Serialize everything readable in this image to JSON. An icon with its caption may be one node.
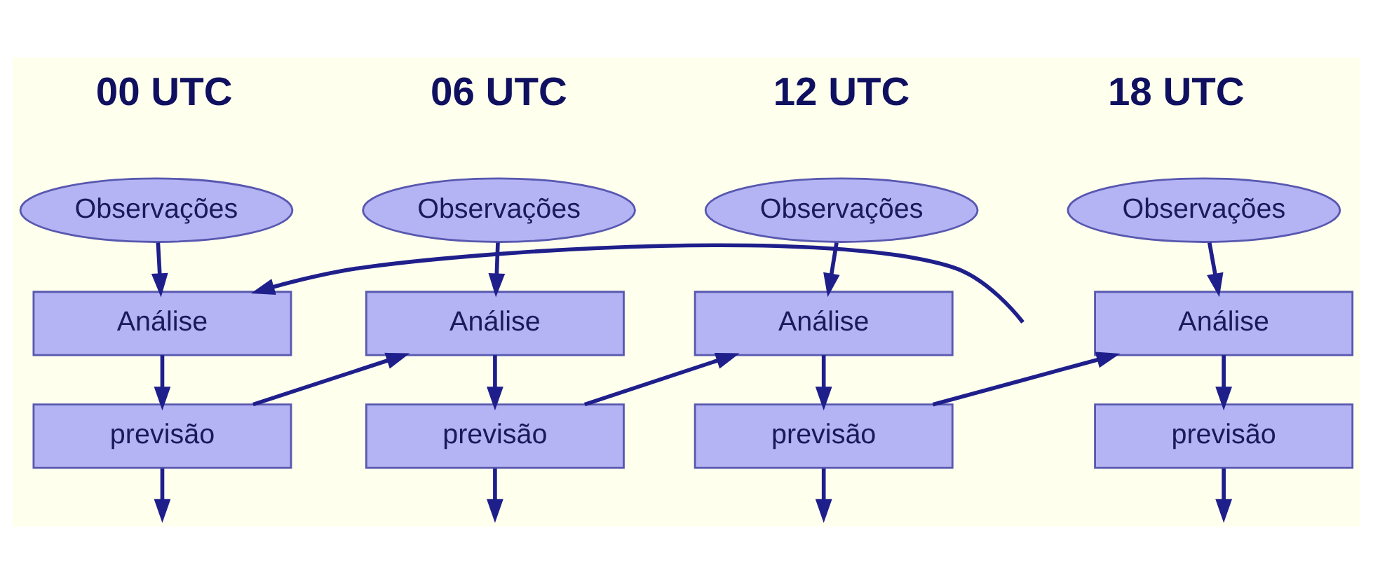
{
  "diagram": {
    "nodes": [
      {
        "text": [
          "Observações"
        ]
      },
      {
        "text": [
          "Análise"
        ]
      },
      {
        "text": [
          "previsão"
        ]
      },
      {
        "text": [
          "Observações"
        ]
      },
      {
        "text": [
          "Análise"
        ]
      },
      {
        "text": [
          "previsão"
        ]
      },
      {
        "text": [
          "Observações"
        ]
      },
      {
        "text": [
          "Análise"
        ]
      },
      {
        "text": [
          "previsão"
        ]
      },
      {
        "text": [
          "Observações"
        ]
      },
      {
        "text": [
          "Análise"
        ]
      },
      {
        "text": [
          "previsão"
        ]
      }
    ],
    "edges": [
      {
        "from": null,
        "to": 1,
        "arrow": "to"
      },
      {
        "from": 0,
        "to": 1,
        "arrow": "to"
      },
      {
        "from": 1,
        "to": 2,
        "arrow": "to"
      },
      {
        "from": 2,
        "to": null,
        "arrow": "to"
      },
      {
        "from": 2,
        "to": 4,
        "arrow": "to"
      },
      {
        "from": 3,
        "to": 4,
        "arrow": "to"
      },
      {
        "from": 4,
        "to": 5,
        "arrow": "to"
      },
      {
        "from": 5,
        "to": null,
        "arrow": "to"
      },
      {
        "from": 5,
        "to": 7,
        "arrow": "to"
      },
      {
        "from": 6,
        "to": 7,
        "arrow": "to"
      },
      {
        "from": 7,
        "to": 8,
        "arrow": "to"
      },
      {
        "from": 8,
        "to": null,
        "arrow": "to"
      },
      {
        "from": 8,
        "to": 10,
        "arrow": "to"
      },
      {
        "from": 9,
        "to": 10,
        "arrow": "to"
      },
      {
        "from": 10,
        "to": 11,
        "arrow": "to"
      },
      {
        "from": 11,
        "to": null,
        "arrow": "to"
      }
    ],
    "labels": [
      "00 UTC",
      "06 UTC",
      "12 UTC",
      "18 UTC"
    ]
  }
}
